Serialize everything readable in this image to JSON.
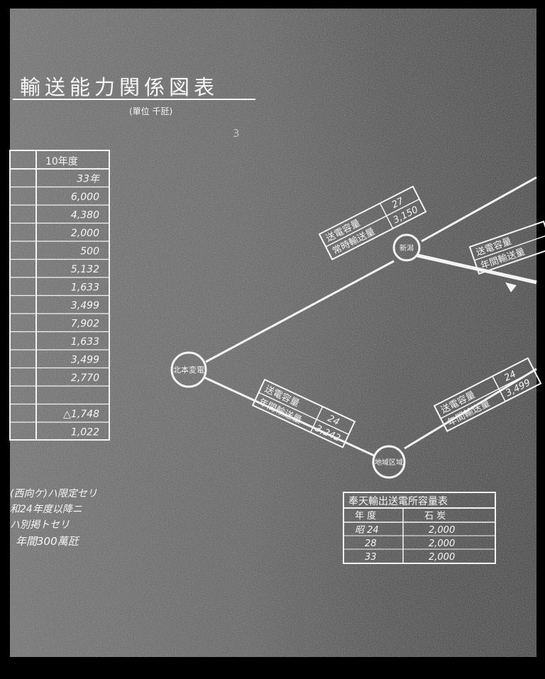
{
  "title": "輸送能力関係図表",
  "unit_note": "(單位 千瓩)",
  "stray_mark": "3",
  "left_table": {
    "header": "10年度",
    "rows": [
      "33年",
      "6,000",
      "4,380",
      "2,000",
      "500",
      "5,132",
      "1,633",
      "3,499",
      "7,902",
      "1,633",
      "3,499",
      "2,770",
      "",
      "△1,748",
      "1,022"
    ]
  },
  "left_notes": [
    "(西向ケ)ハ限定セリ",
    "和24年度以降ニ",
    "ハ別掲トセリ",
    "年間300萬瓩"
  ],
  "nodes": {
    "left": "北本変電",
    "top": "新潟",
    "bottom": "地域区域"
  },
  "boxes": {
    "upper_left": {
      "line1": "送電容量",
      "line2": "常時輸送量",
      "value1": "27",
      "value2": "3,150"
    },
    "upper_right": {
      "line1": "送電容量",
      "line2": "年間輸送量"
    },
    "middle": {
      "line1": "送電容量",
      "line2": "年間輸送量",
      "value1": "24",
      "value2": "3,242"
    },
    "lower_right": {
      "line1": "送電容量",
      "line2": "年間輸送量",
      "value1": "24",
      "value2": "3,499"
    }
  },
  "bottom_table": {
    "title": "奉天輸出送電所容量表",
    "headers": [
      "年 度",
      "石 炭"
    ],
    "rows": [
      {
        "year": "昭 24",
        "value": "2,000"
      },
      {
        "year": "28",
        "value": "2,000"
      },
      {
        "year": "33",
        "value": "2,000"
      }
    ]
  }
}
